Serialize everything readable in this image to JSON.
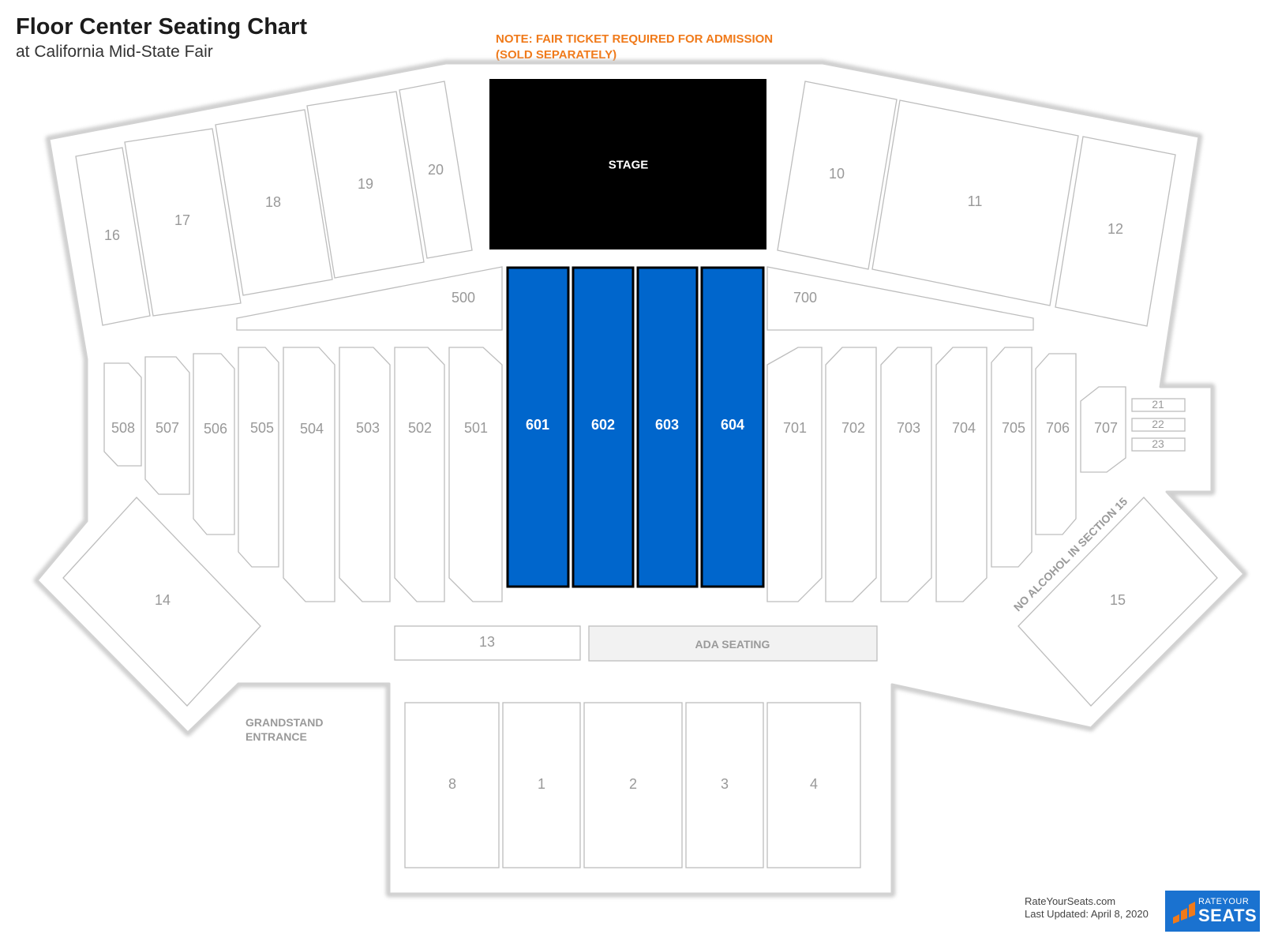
{
  "header": {
    "title": "Floor Center Seating Chart",
    "subtitle": "at California Mid-State Fair"
  },
  "note": {
    "line1": "NOTE: FAIR TICKET REQUIRED FOR ADMISSION",
    "line2": "(SOLD SEPARATELY)"
  },
  "colors": {
    "highlight": "#0066cc",
    "stage": "#000000",
    "note": "#f07a1a",
    "section_stroke": "#bdbdbd",
    "ada_fill": "#f2f2f2"
  },
  "map": {
    "stage_label": "STAGE",
    "highlighted_sections": [
      "601",
      "602",
      "603",
      "604"
    ],
    "ada_label": "ADA SEATING",
    "alcohol_note": "NO ALCOHOL IN SECTION 15",
    "entrance_line1": "GRANDSTAND",
    "entrance_line2": "ENTRANCE",
    "sections": {
      "s16": "16",
      "s17": "17",
      "s18": "18",
      "s19": "19",
      "s20": "20",
      "s10": "10",
      "s11": "11",
      "s12": "12",
      "s500": "500",
      "s700": "700",
      "s508": "508",
      "s507": "507",
      "s506": "506",
      "s505": "505",
      "s504": "504",
      "s503": "503",
      "s502": "502",
      "s501": "501",
      "s601": "601",
      "s602": "602",
      "s603": "603",
      "s604": "604",
      "s701": "701",
      "s702": "702",
      "s703": "703",
      "s704": "704",
      "s705": "705",
      "s706": "706",
      "s707": "707",
      "s21": "21",
      "s22": "22",
      "s23": "23",
      "s14": "14",
      "s15": "15",
      "s13": "13",
      "s8": "8",
      "s1": "1",
      "s2": "2",
      "s3": "3",
      "s4": "4"
    }
  },
  "footer": {
    "site": "RateYourSeats.com",
    "updated": "Last Updated: April 8, 2020",
    "logo_small": "RATEYOUR",
    "logo_big": "SEATS"
  }
}
